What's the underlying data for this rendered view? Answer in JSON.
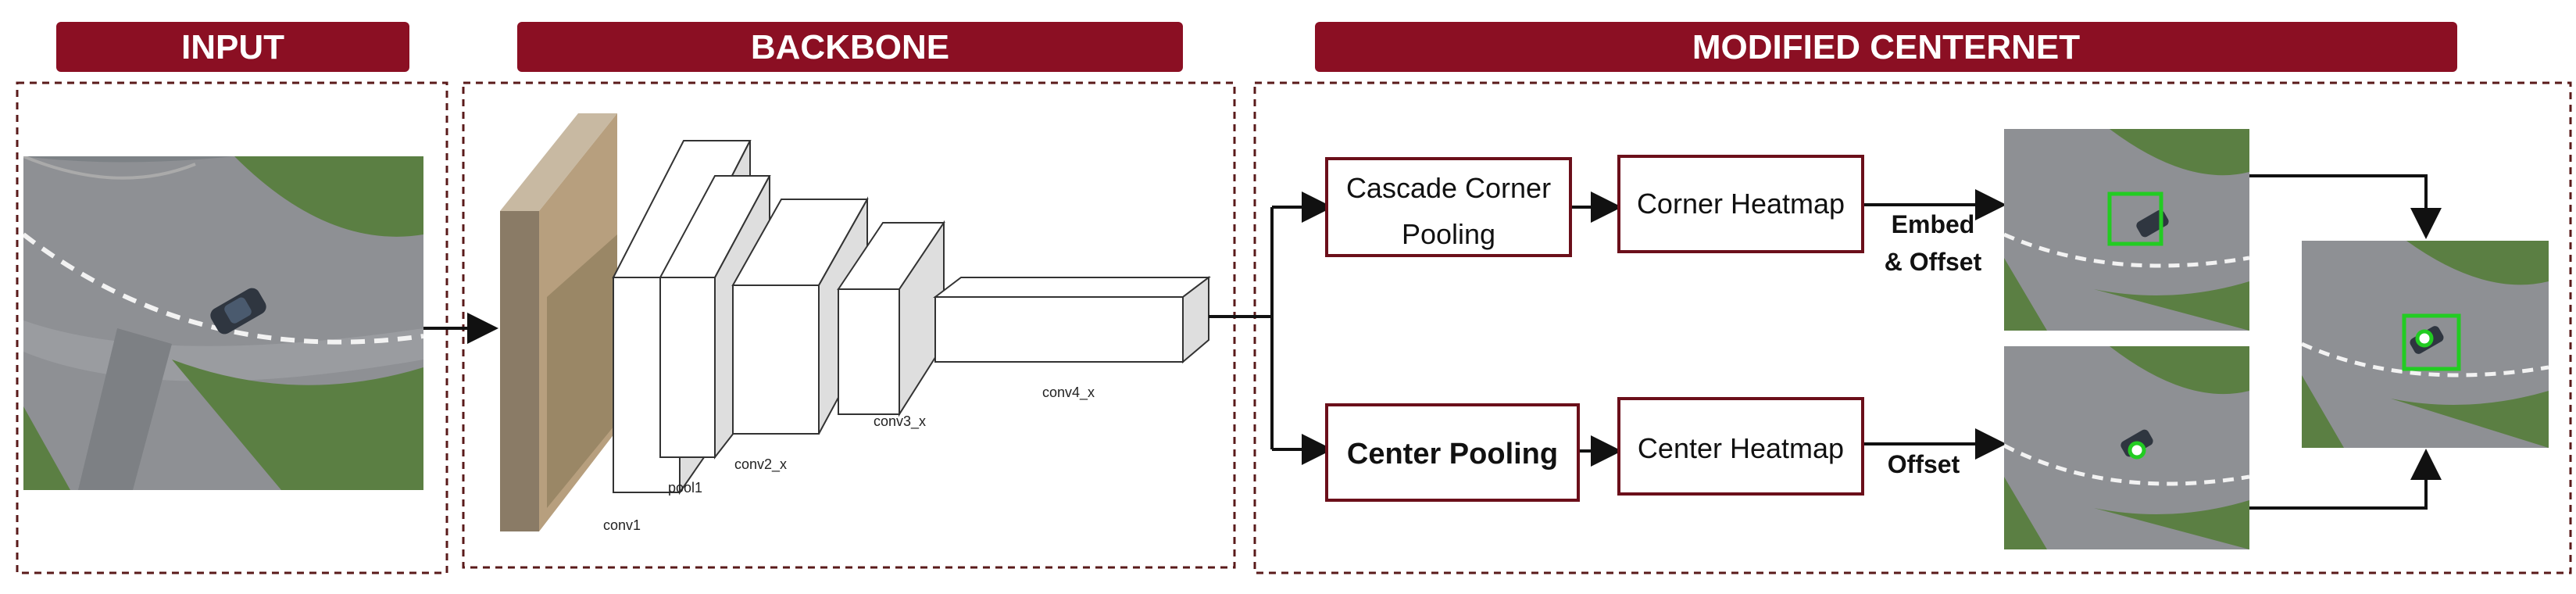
{
  "headers": {
    "input": "INPUT",
    "backbone": "BACKBONE",
    "centernet": "MODIFIED CENTERNET"
  },
  "backbone_layers": {
    "conv1": "conv1",
    "pool1": "pool1",
    "conv2": "conv2_x",
    "conv3": "conv3_x",
    "conv4": "conv4_x"
  },
  "boxes": {
    "cascade_line1": "Cascade Corner",
    "cascade_line2": "Pooling",
    "corner_heatmap": "Corner Heatmap",
    "center_pooling": "Center Pooling",
    "center_heatmap": "Center Heatmap"
  },
  "arrow_labels": {
    "embed_line1": "Embed",
    "embed_line2": "& Offset",
    "offset": "Offset"
  },
  "colors": {
    "header_fill": "#8b0f23",
    "box_border": "#6b0f1a",
    "dashed_border": "#5a1a1a",
    "detection_box": "#22cc22",
    "road": "#8e9094",
    "grass": "#4e7a3a"
  },
  "icons": {
    "input_image": "aerial-roundabout-car-image",
    "layer_blocks": "cnn-layer-block-icon"
  }
}
